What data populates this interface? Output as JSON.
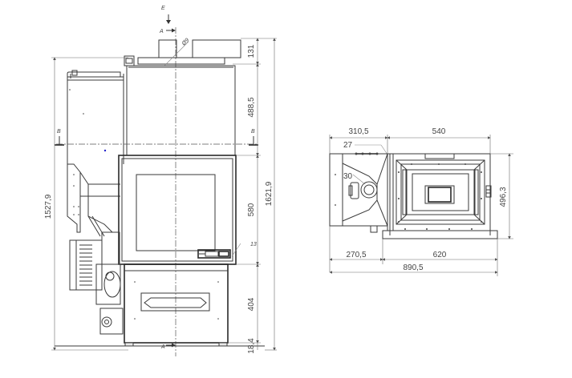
{
  "front_view": {
    "section_labels": {
      "top_arrow": "E",
      "section_a_top": "A",
      "section_a_bottom": "A",
      "section_b_left": "B",
      "section_b_right": "B"
    },
    "diameter_label": "Ø9",
    "callout_13": "13",
    "dimensions_right": {
      "d131": "131",
      "d488_5": "488,5",
      "d580": "580",
      "d404": "404",
      "d18_4": "18,4",
      "total_1621_9": "1621,9"
    },
    "dimensions_left": {
      "total_1527_9": "1527,9"
    }
  },
  "top_view": {
    "callout_27": "27",
    "callout_30": "30",
    "dimensions_top": {
      "d310_5": "310,5",
      "d540": "540"
    },
    "dimensions_right": {
      "d496_3": "496,3"
    },
    "dimensions_bottom": {
      "d270_5": "270,5",
      "d620": "620",
      "total_890_5": "890,5"
    }
  },
  "colors": {
    "line": "#3a3a3a",
    "dimension": "#6a6a6a",
    "marker": "#2222cc"
  }
}
